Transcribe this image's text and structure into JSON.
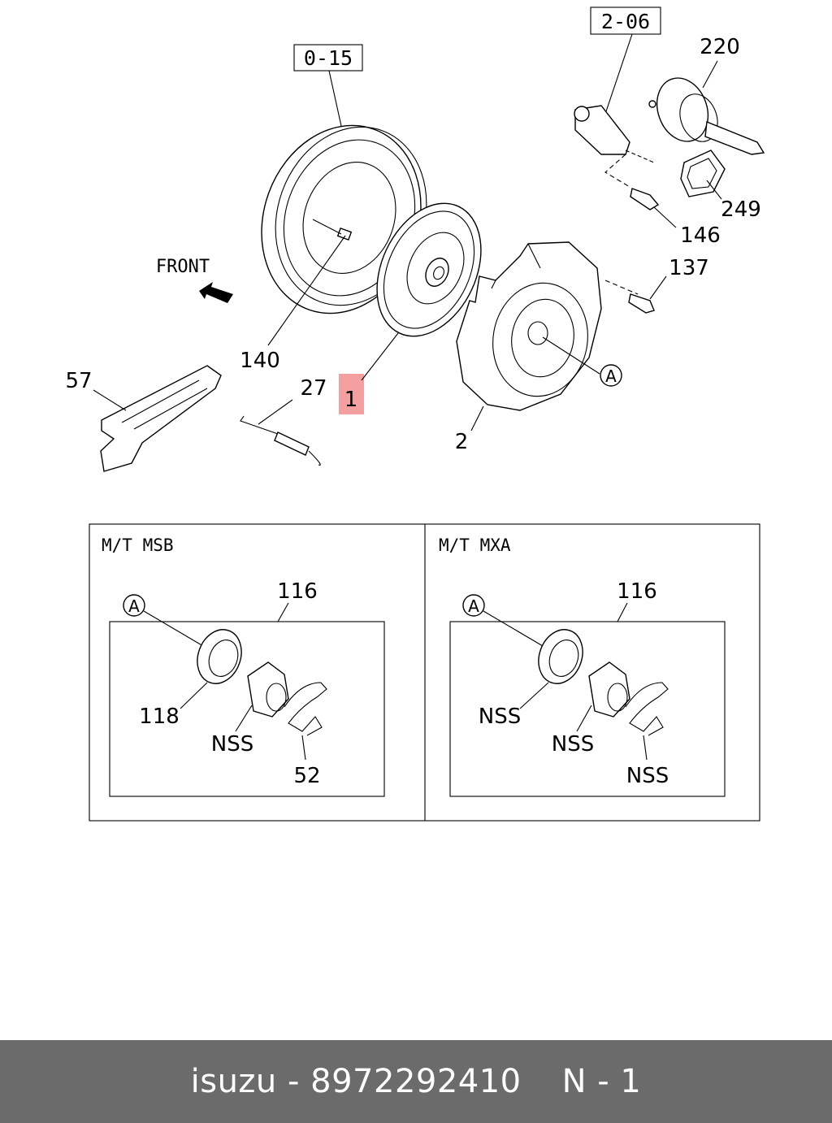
{
  "colors": {
    "highlight": "#f4a0a0",
    "footer_bg": "#6b6b6b",
    "footer_text": "#ffffff"
  },
  "main": {
    "ref_0_15": "0-15",
    "ref_2_06": "2-06",
    "front_label": "FRONT",
    "callouts": {
      "c220": "220",
      "c249": "249",
      "c146": "146",
      "c137": "137",
      "c140": "140",
      "c27": "27",
      "c1": "1",
      "c2": "2",
      "c57": "57",
      "cA": "A"
    }
  },
  "inset_left": {
    "title": "M/T MSB",
    "c116": "116",
    "cA": "A",
    "c118": "118",
    "cNSS": "NSS",
    "c52": "52"
  },
  "inset_right": {
    "title": "M/T MXA",
    "c116": "116",
    "cA": "A",
    "cNSS1": "NSS",
    "cNSS2": "NSS",
    "cNSS3": "NSS"
  },
  "footer": {
    "brand_part": "isuzu - 8972292410",
    "page": "N - 1"
  }
}
